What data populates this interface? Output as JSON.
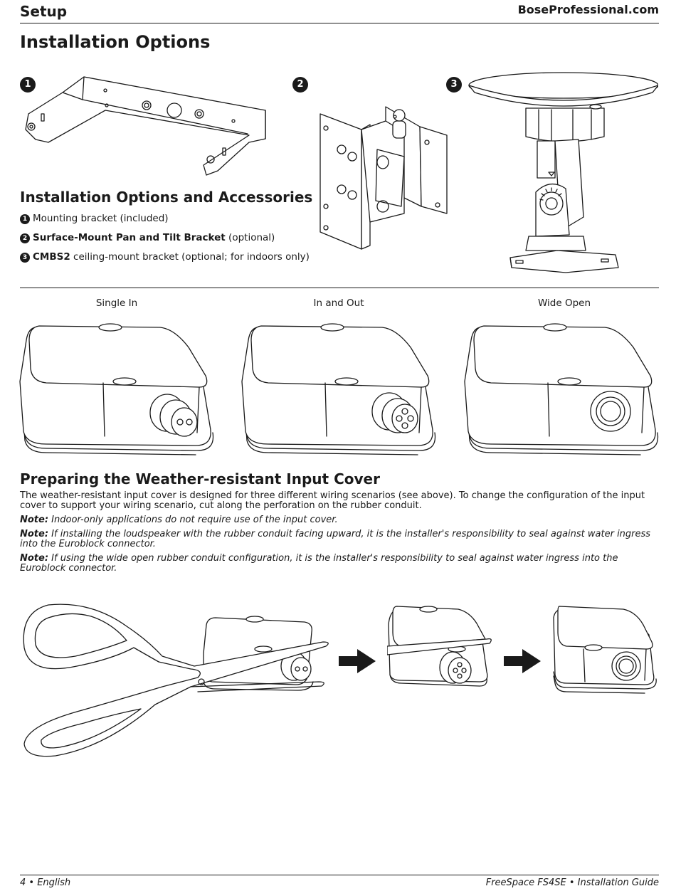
{
  "header": {
    "section": "Setup",
    "site": "BoseProfessional.com"
  },
  "title": "Installation Options",
  "option_numbers": [
    "1",
    "2",
    "3"
  ],
  "accessories": {
    "heading": "Installation Options and Accessories",
    "items": [
      {
        "num": "1",
        "bold": "",
        "text": "Mounting bracket (included)"
      },
      {
        "num": "2",
        "bold": "Surface-Mount Pan and Tilt Bracket",
        "text": " (optional)"
      },
      {
        "num": "3",
        "bold": "CMBS2",
        "text": " ceiling-mount bracket (optional; for indoors only)"
      }
    ]
  },
  "conduit_options": [
    "Single In",
    "In and Out",
    "Wide Open"
  ],
  "weather": {
    "heading": "Preparing the Weather-resistant Input Cover",
    "body": "The weather-resistant input cover is designed for three different wiring scenarios (see above). To change the configuration of the input cover to support your wiring scenario, cut along the perforation on the rubber conduit.",
    "notes": [
      {
        "label": "Note:",
        "text": " Indoor-only applications do not require use of the input cover."
      },
      {
        "label": "Note:",
        "text": " If installing the loudspeaker with the rubber conduit facing upward, it is the installer's responsibility to seal against water ingress into the Euroblock connector."
      },
      {
        "label": "Note:",
        "text": " If using the wide open rubber conduit configuration, it is the installer's responsibility to seal against water ingress into the Euroblock connector."
      }
    ]
  },
  "footer": {
    "page": "4 • English",
    "doc": "FreeSpace FS4SE • Installation Guide"
  }
}
